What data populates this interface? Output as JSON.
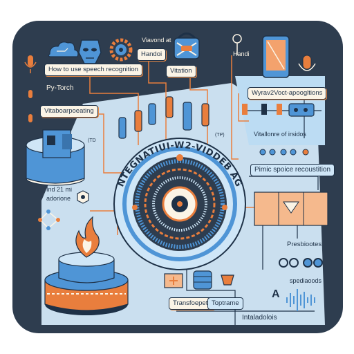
{
  "labels": {
    "speech_howto": "How to use speech recognition",
    "pytorch": "Py-Torch",
    "preprocessing": "Vitaboarpoeating",
    "handoi_top": "Viavond at",
    "handoi": "Handoi",
    "vitation": "Vitation",
    "handi": "Handi",
    "wav2vec": "Wyrav2Voct-apoogltions",
    "vitalone": "Vitallonre of irsidos",
    "pimic": "Pimic spoice recoustition",
    "ind": "Ind 21 mi",
    "adorione": "adorione",
    "ring_title": "INTEGNATIUI-W2-VIDDEB AGI",
    "tp_left": "(TD",
    "tp_right": "(TP)",
    "presbiootes": "Presbiootes",
    "spediaoods": "spediaoods",
    "transfomers": "Transfoepets",
    "toptrame": "Toptrame",
    "intaladolois": "Intaladolois",
    "letter_a": "A"
  },
  "colors": {
    "frame": "#2e3d4f",
    "panel": "#d3e8f8",
    "orange": "#e97e3d",
    "blue": "#4f95d6",
    "navy": "#1e3147",
    "cream": "#fbf4e6"
  },
  "icons": [
    "cloud-icon",
    "robot-face-icon",
    "gear-icon",
    "lock-dial-icon",
    "phone-icon",
    "microphone-icon",
    "flame-icon",
    "servers-icon"
  ]
}
